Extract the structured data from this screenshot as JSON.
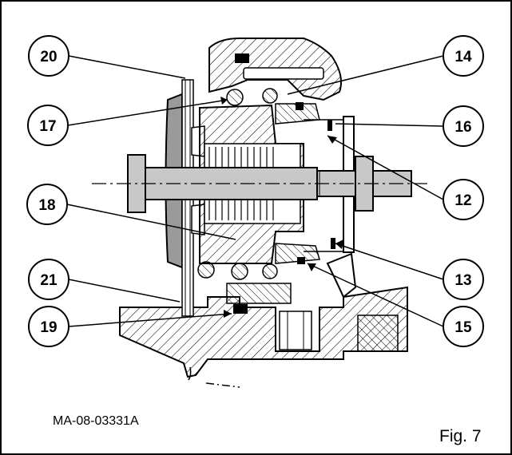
{
  "figure": {
    "reference": "MA-08-03331A",
    "caption": "Fig. 7"
  },
  "callouts": [
    {
      "id": "20",
      "label": "20"
    },
    {
      "id": "17",
      "label": "17"
    },
    {
      "id": "18",
      "label": "18"
    },
    {
      "id": "21",
      "label": "21"
    },
    {
      "id": "19",
      "label": "19"
    },
    {
      "id": "14",
      "label": "14"
    },
    {
      "id": "16",
      "label": "16"
    },
    {
      "id": "12",
      "label": "12"
    },
    {
      "id": "13",
      "label": "13"
    },
    {
      "id": "15",
      "label": "15"
    }
  ]
}
